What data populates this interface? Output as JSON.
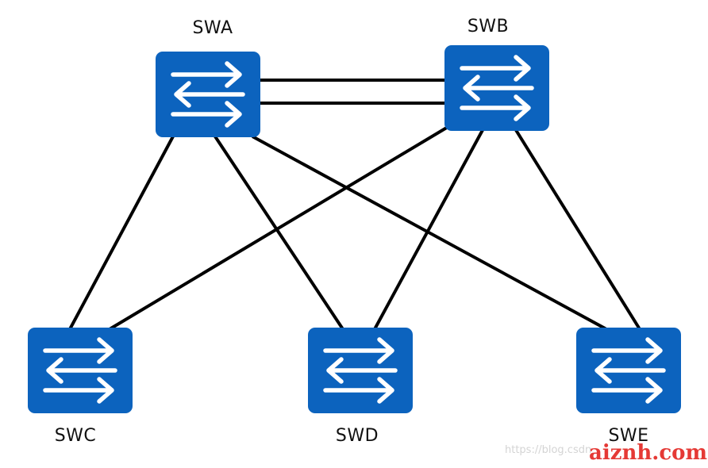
{
  "diagram": {
    "switches": [
      {
        "id": "a",
        "label": "SWA"
      },
      {
        "id": "b",
        "label": "SWB"
      },
      {
        "id": "c",
        "label": "SWC"
      },
      {
        "id": "d",
        "label": "SWD"
      },
      {
        "id": "e",
        "label": "SWE"
      }
    ],
    "links": [
      {
        "from": "SWA",
        "to": "SWB",
        "count": 2
      },
      {
        "from": "SWA",
        "to": "SWC",
        "count": 1
      },
      {
        "from": "SWA",
        "to": "SWD",
        "count": 1
      },
      {
        "from": "SWA",
        "to": "SWE",
        "count": 1
      },
      {
        "from": "SWB",
        "to": "SWC",
        "count": 1
      },
      {
        "from": "SWB",
        "to": "SWD",
        "count": 1
      },
      {
        "from": "SWB",
        "to": "SWE",
        "count": 1
      }
    ],
    "switch_icon": "switch-arrows-icon",
    "colors": {
      "switch_fill": "#0c63be",
      "switch_arrows": "#ffffff",
      "link": "#000000"
    }
  },
  "watermark": {
    "url_text": "https://blog.csdn",
    "brand_text": "aiznh.com",
    "brand_color": "#e53935"
  }
}
